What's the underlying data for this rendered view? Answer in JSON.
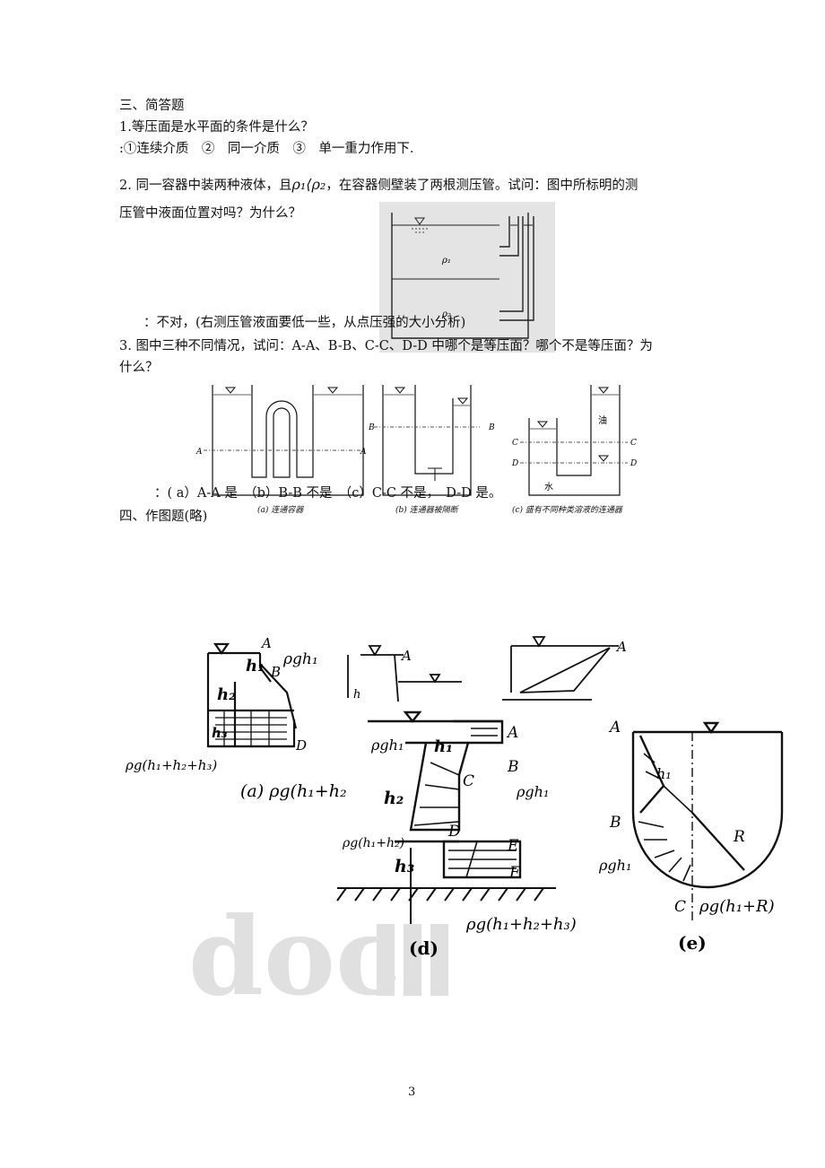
{
  "section3": {
    "title": "三、简答题",
    "q1": "1.等压面是水平面的条件是什么？",
    "a1": ":①连续介质　②　同一介质　③　单一重力作用下.",
    "q2_prefix": "2. 同一容器中装两种液体，且",
    "q2_math": "ρ₁⟨ρ₂",
    "q2_suffix": "，在容器侧壁装了两根测压管。试问：图中所标明的测",
    "q2_line2": "压管中液面位置对吗？为什么？",
    "a2": "：不对，(右测压管液面要低一些，从点压强的大小分析)",
    "q3_line1": "3. 图中三种不同情况，试问：A-A、B-B、C-C、D-D 中哪个是等压面？哪个不是等压面？为",
    "q3_line2": "什么？",
    "a3": "：( a）A-A 是　（b）B-B 不是　（c）C-C 不是，　D-D 是。"
  },
  "fig_q2": {
    "rho1": "ρ₁",
    "rho2": "ρ₂"
  },
  "fig_q3": {
    "a_label": "A",
    "b_label": "B",
    "c_label": "C",
    "d_label": "D",
    "oil": "油",
    "water": "水",
    "cap_a": "(a)  连通容器",
    "cap_b": "(b) 连通器被隔断",
    "cap_c": "(c) 盛有不同种类溶液的连通器"
  },
  "section4": {
    "title": "四、作图题(略)"
  },
  "sketch": {
    "a_note1": "ρgh₁",
    "a_note2": "ρg(h₁+h₂+h₃)",
    "a_caption": "(a) ρg(h₁+h₂",
    "a_h1": "h₁",
    "a_h2": "h₂",
    "a_h3": "h₃",
    "d_h1": "h₁",
    "d_h2": "h₂",
    "d_h3": "h₃",
    "d_top": "ρgh₁",
    "d_mid": "ρg(h₁+h₂)",
    "d_right": "ρgh₁",
    "d_bottom": "ρg(h₁+h₂+h₃)",
    "d_caption": "(d)",
    "e_h1": "h₁",
    "e_R": "R",
    "e_left": "ρgh₁",
    "e_bottom": "ρg(h₁+R)",
    "e_caption": "(e)",
    "pts": {
      "A": "A",
      "B": "B",
      "C": "C",
      "D": "D",
      "E": "E",
      "F": "F",
      "h": "h"
    }
  },
  "watermark": "doc",
  "page_number": "3"
}
